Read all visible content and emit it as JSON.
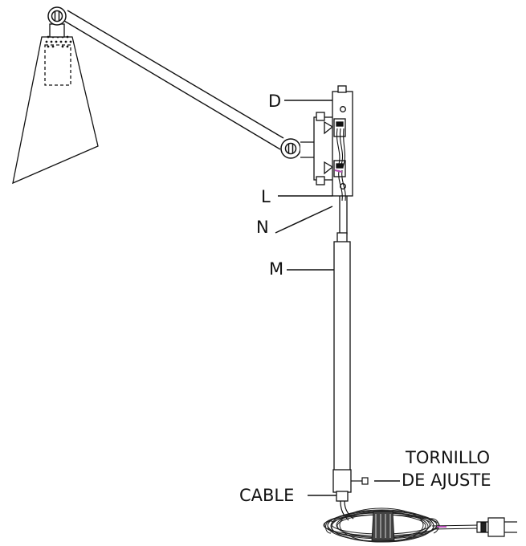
{
  "colors": {
    "line": "#111111",
    "background": "#ffffff",
    "wire_accent": "#b44ab4"
  },
  "labels": {
    "d": "D",
    "l": "L",
    "n": "N",
    "m": "M",
    "tornillo_line1": "TORNILLO",
    "tornillo_line2": "DE AJUSTE",
    "cable": "CABLE"
  }
}
